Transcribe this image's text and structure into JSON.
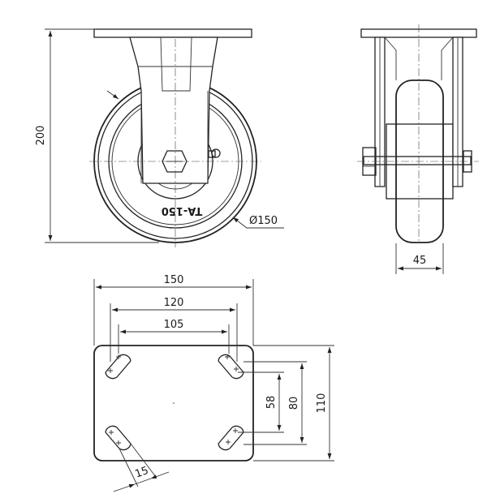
{
  "dimensions": {
    "overall_height": "200",
    "wheel_diameter": "Ø150",
    "wheel_width": "45",
    "plate_length": "150",
    "hole_spacing_outer": "120",
    "hole_spacing_inner": "105",
    "hole_spacing_short": "58",
    "hole_spacing_mid": "80",
    "plate_width": "110",
    "slot_width": "15"
  },
  "wheel_marking": "TA-150"
}
